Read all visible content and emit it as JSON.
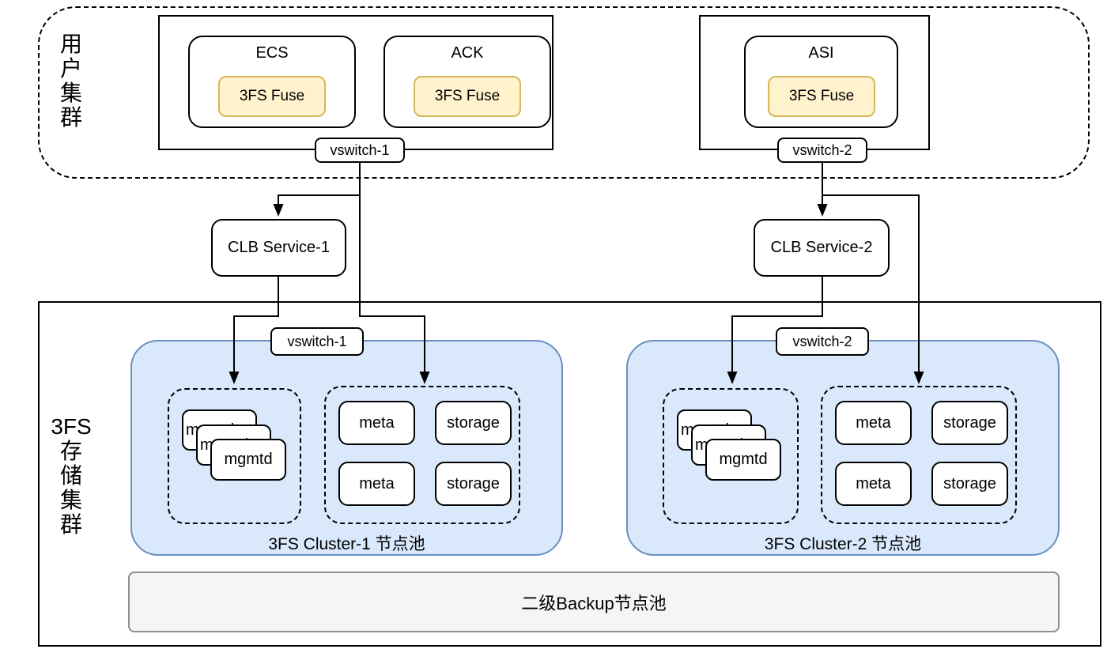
{
  "colors": {
    "line": "#000000",
    "fuse_fill": "#FFF2CC",
    "fuse_stroke": "#D6B656",
    "pool_fill": "#DAE8FC",
    "pool_stroke": "#6C8EBF",
    "backup_fill": "#F5F5F5",
    "backup_stroke": "#909090"
  },
  "user_cluster": {
    "label": "用\n户\n集\n群",
    "groups": [
      {
        "vswitch": "vswitch-1",
        "hosts": [
          {
            "title": "ECS",
            "component": "3FS Fuse"
          },
          {
            "title": "ACK",
            "component": "3FS Fuse"
          }
        ]
      },
      {
        "vswitch": "vswitch-2",
        "hosts": [
          {
            "title": "ASI",
            "component": "3FS Fuse"
          }
        ]
      }
    ]
  },
  "load_balancers": [
    {
      "label": "CLB Service-1"
    },
    {
      "label": "CLB Service-2"
    }
  ],
  "storage_cluster": {
    "label": "3FS\n存\n储\n集\n群",
    "pools": [
      {
        "vswitch": "vswitch-1",
        "label": "3FS Cluster-1 节点池",
        "mgmtd": "mgmtd",
        "nodes": [
          "meta",
          "storage",
          "meta",
          "storage"
        ]
      },
      {
        "vswitch": "vswitch-2",
        "label": "3FS Cluster-2 节点池",
        "mgmtd": "mgmtd",
        "nodes": [
          "meta",
          "storage",
          "meta",
          "storage"
        ]
      }
    ],
    "backup_label": "二级Backup节点池"
  }
}
